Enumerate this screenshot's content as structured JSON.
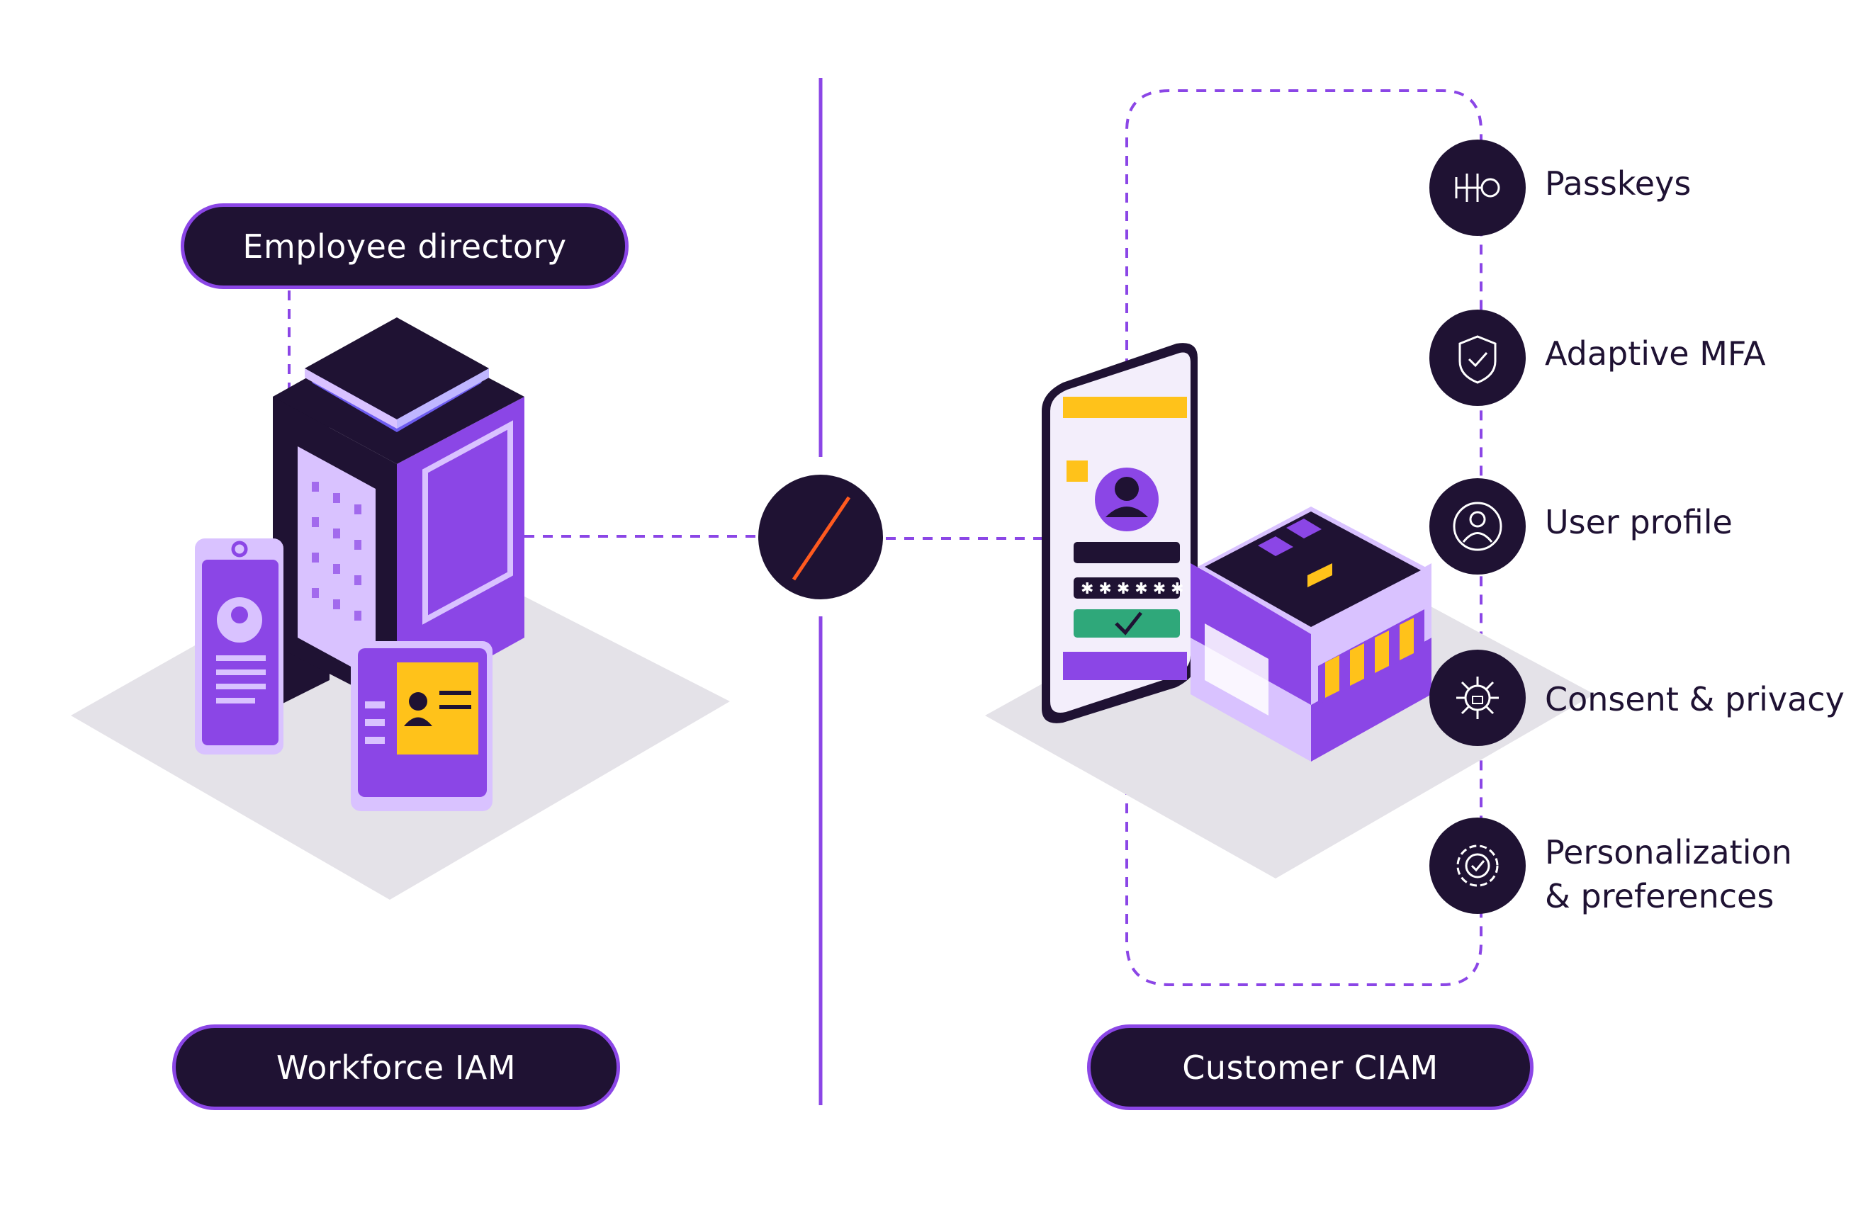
{
  "workforce": {
    "top_label": "Employee directory",
    "bottom_label": "Workforce IAM"
  },
  "customer": {
    "bottom_label": "Customer CIAM",
    "features": [
      {
        "label": "Passkeys",
        "icon": "passkey-icon"
      },
      {
        "label": "Adaptive MFA",
        "icon": "shield-check-icon"
      },
      {
        "label": "User profile",
        "icon": "user-icon"
      },
      {
        "label": "Consent & privacy",
        "icon": "lock-network-icon"
      },
      {
        "label_line1": "Personalization",
        "label_line2": "& preferences",
        "icon": "gear-check-icon"
      }
    ]
  },
  "center": {
    "icon": "slash-logo-icon"
  },
  "colors": {
    "dark": "#1f1233",
    "purple": "#8b46e6",
    "light_purple": "#d9c2ff",
    "yellow": "#ffc21a",
    "green": "#2fa87a",
    "floor": "#e4e2e8",
    "accent_orange": "#ff5a1f"
  }
}
